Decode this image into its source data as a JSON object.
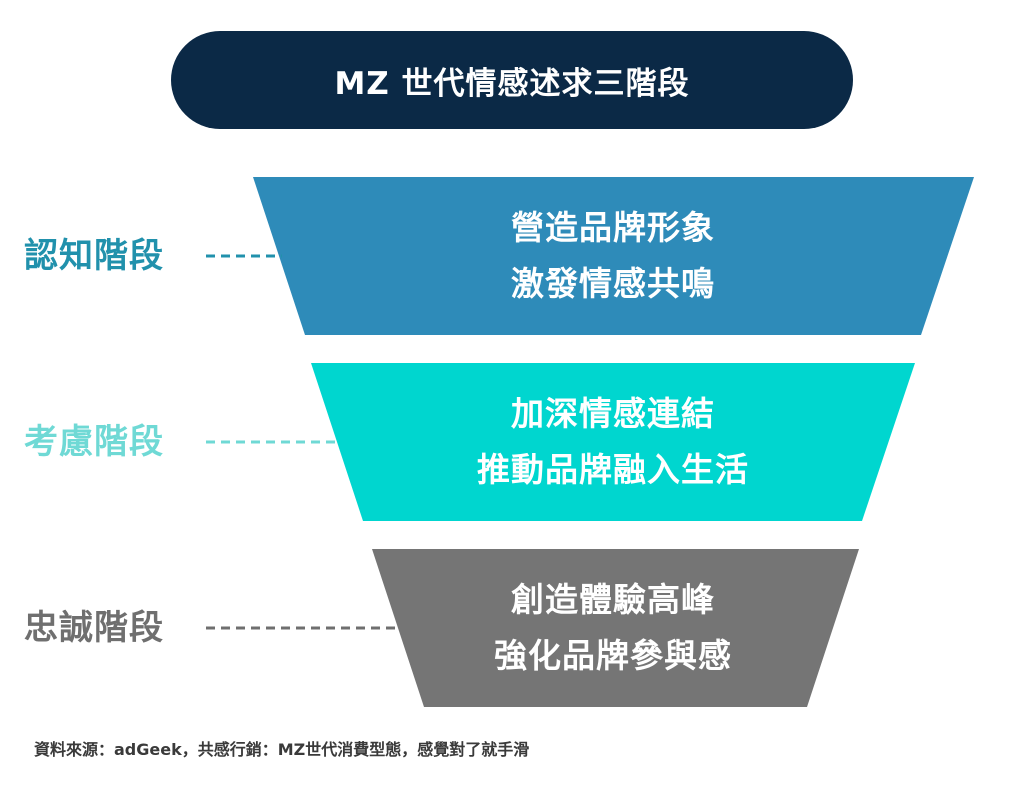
{
  "title": "MZ 世代情感述求三階段",
  "stages": [
    {
      "label": "認知階段",
      "line1": "營造品牌形象",
      "line2": "激發情感共鳴",
      "color": "#2e8bb9",
      "label_color": "#2191ac"
    },
    {
      "label": "考慮階段",
      "line1": "加深情感連結",
      "line2": "推動品牌融入生活",
      "color": "#00d6cf",
      "label_color": "#6fd9d5"
    },
    {
      "label": "忠誠階段",
      "line1": "創造體驗高峰",
      "line2": "強化品牌參與感",
      "color": "#757575",
      "label_color": "#6f6f6f"
    }
  ],
  "source": "資料來源：adGeek，共感行銷：MZ世代消費型態，感覺對了就手滑"
}
